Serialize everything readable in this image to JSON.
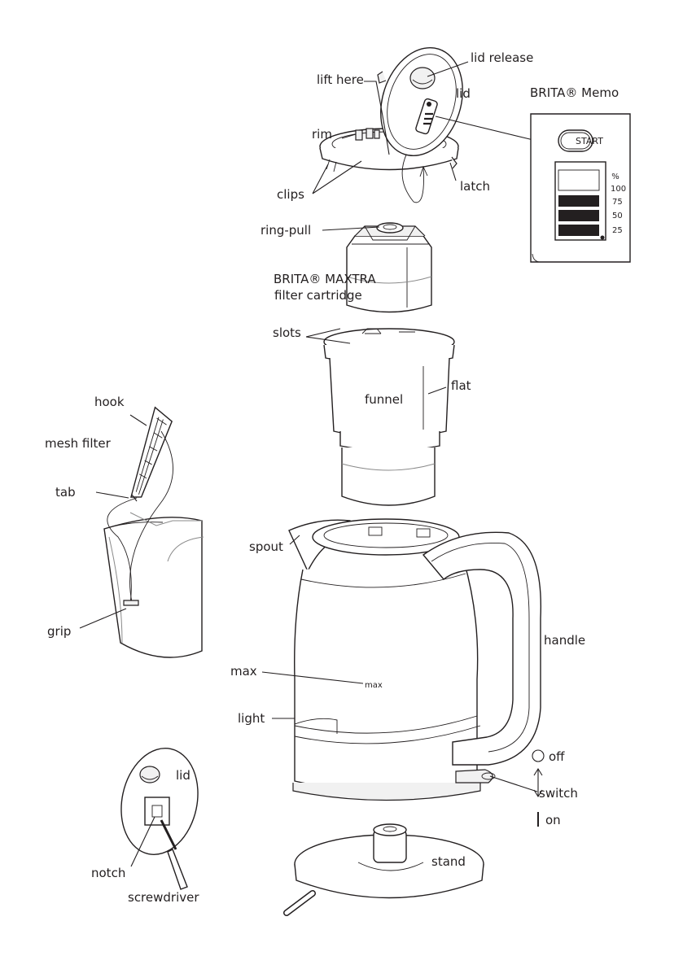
{
  "labels": {
    "lift_here": "lift here",
    "lid_release": "lid release",
    "lid_top": "lid",
    "rim": "rim",
    "clips": "clips",
    "latch": "latch",
    "ring_pull": "ring-pull",
    "cartridge_line1": "BRITA® MAXTRA",
    "cartridge_line2": "filter cartridge",
    "slots": "slots",
    "funnel": "funnel",
    "flat": "flat",
    "hook": "hook",
    "mesh_filter": "mesh filter",
    "tab": "tab",
    "grip": "grip",
    "spout": "spout",
    "handle": "handle",
    "max_label": "max",
    "max_marking": "max",
    "light": "light",
    "off": "off",
    "switch": "switch",
    "on": "on",
    "lid_small": "lid",
    "notch": "notch",
    "screwdriver": "screwdriver",
    "stand": "stand"
  },
  "memo": {
    "title": "BRITA® Memo",
    "start_button": "START",
    "percent_sign": "%",
    "levels": [
      "100",
      "75",
      "50",
      "25"
    ],
    "filled_levels": 3
  },
  "icons": {
    "off_symbol": "off-circle-icon",
    "on_symbol": "on-line-icon",
    "switch_arrows": "up-down-arrow-icon"
  }
}
